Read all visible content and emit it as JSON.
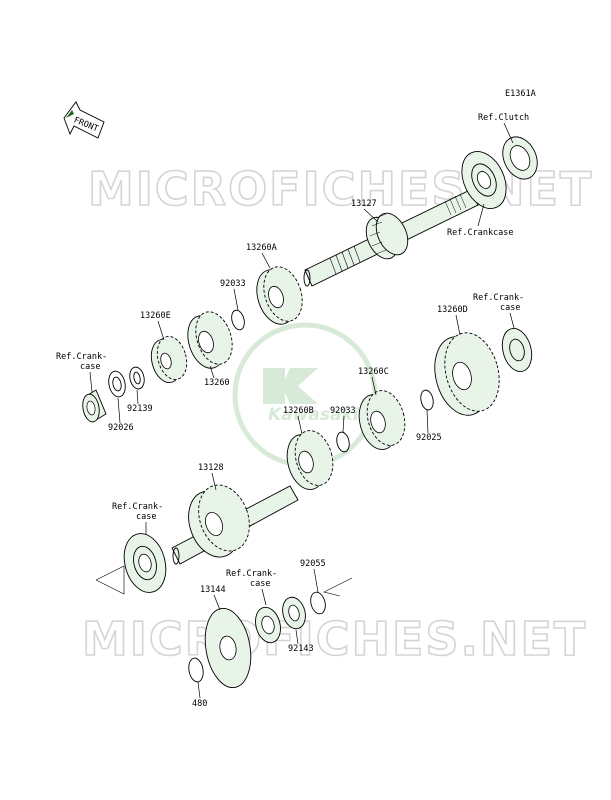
{
  "diagram_code": "E1361A",
  "front_label": "FRONT",
  "watermark": "MICROFICHES.NET",
  "brand_logo_text": "Kawasaki",
  "accent_color": "#1e6b1e",
  "labels": {
    "ref_clutch": "Ref.Clutch",
    "ref_crankcase_top": "Ref.Crankcase",
    "p13127": "13127",
    "p13260A": "13260A",
    "p92033_a": "92033",
    "p13260E": "13260E",
    "p13260": "13260",
    "refcrank_left_1": "Ref.Crank-",
    "refcrank_left_2": "case",
    "p92139": "92139",
    "p92026": "92026",
    "p13260D": "13260D",
    "refcrank_right_1": "Ref.Crank-",
    "refcrank_right_2": "case",
    "p13260C": "13260C",
    "p13260B": "13260B",
    "p92033_b": "92033",
    "p92025": "92025",
    "p13128": "13128",
    "refcrank_mid_1": "Ref.Crank-",
    "refcrank_mid_2": "case",
    "refcrank_low_1": "Ref.Crank-",
    "refcrank_low_2": "case",
    "p92055": "92055",
    "p13144": "13144",
    "p92143": "92143",
    "p480": "480"
  }
}
